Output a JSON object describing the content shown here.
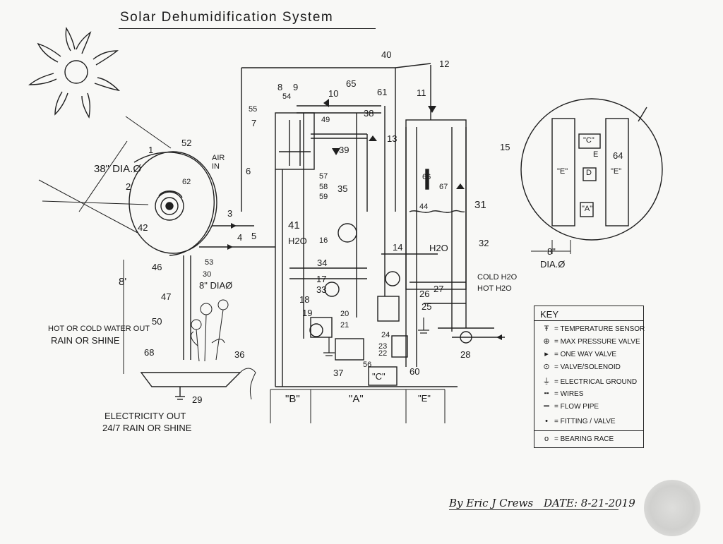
{
  "title": "Solar Dehumidification System",
  "dimensions": {
    "dia_38": "38\" DIA.Ø",
    "height_8ft": "8'",
    "dia_8_pole": "8\" DIAØ",
    "dia_8_detail": "8\"",
    "dia_detail_label": "DIA.Ø",
    "air_in": "AIR IN"
  },
  "side_notes": {
    "hot_cold_out": "HOT OR COLD WATER OUT",
    "rain_shine_1": "RAIN OR SHINE",
    "electricity_out": "ELECTRICITY OUT",
    "rain_shine_2": "24/7  RAIN OR SHINE",
    "cold_h2o": "COLD H2O",
    "hot_h2o": "HOT H2O",
    "h2o_left": "H2O",
    "h2o_right": "H2O"
  },
  "section_labels": {
    "b": "\"B\"",
    "a": "\"A\"",
    "e": "\"E\"",
    "c": "\"C\""
  },
  "detail_labels": {
    "c": "\"C\"",
    "e_top": "E",
    "d": "D",
    "e_left": "\"E\"",
    "e_right": "\"E\"",
    "a": "\"A\""
  },
  "part_numbers": [
    "1",
    "2",
    "3",
    "4",
    "5",
    "6",
    "7",
    "8",
    "9",
    "10",
    "11",
    "12",
    "13",
    "14",
    "15",
    "16",
    "17",
    "18",
    "19",
    "20",
    "21",
    "22",
    "23",
    "24",
    "25",
    "26",
    "27",
    "28",
    "29",
    "30",
    "31",
    "32",
    "33",
    "34",
    "35",
    "36",
    "37",
    "38",
    "39",
    "40",
    "41",
    "42",
    "44",
    "46",
    "47",
    "49",
    "50",
    "52",
    "53",
    "54",
    "55",
    "56",
    "57",
    "58",
    "59",
    "60",
    "61",
    "62",
    "64",
    "65",
    "66",
    "67",
    "68"
  ],
  "key": {
    "title": "KEY",
    "items": [
      {
        "symbol": "Ŧ",
        "label": "= TEMPERATURE SENSOR"
      },
      {
        "symbol": "⊕",
        "label": "= MAX PRESSURE VALVE"
      },
      {
        "symbol": "▸",
        "label": "= ONE WAY VALVE"
      },
      {
        "symbol": "⊙",
        "label": "= VALVE/SOLENOID"
      },
      {
        "symbol": "⏚",
        "label": "= ELECTRICAL GROUND"
      },
      {
        "symbol": "╍",
        "label": "= WIRES"
      },
      {
        "symbol": "═",
        "label": "= FLOW PIPE"
      },
      {
        "symbol": "•",
        "label": "= FITTING / VALVE"
      },
      {
        "symbol": "o",
        "label": "= BEARING RACE"
      }
    ]
  },
  "signature": {
    "by": "By Eric J Crews",
    "date": "DATE: 8-21-2019"
  }
}
